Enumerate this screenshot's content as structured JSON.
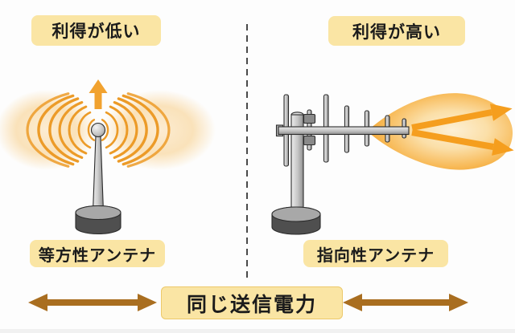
{
  "diagram": {
    "left": {
      "gain_label": "利得が低い",
      "antenna_label": "等方性アンテナ"
    },
    "right": {
      "gain_label": "利得が高い",
      "antenna_label": "指向性アンテナ"
    },
    "footer": {
      "power_label": "同じ送信電力"
    }
  },
  "colors": {
    "label-bg": "#fae5a4",
    "banner-border": "#edc96a",
    "text": "#1b1b1b",
    "wave-orange": "#ec9b28",
    "up-arrow-orange": "#f1a22f",
    "beam-arrow-orange": "#f59e1e",
    "power-arrow-brown": "#a96e20",
    "divider": "#4a4a4a",
    "metal-stroke": "#2b2b2b"
  }
}
